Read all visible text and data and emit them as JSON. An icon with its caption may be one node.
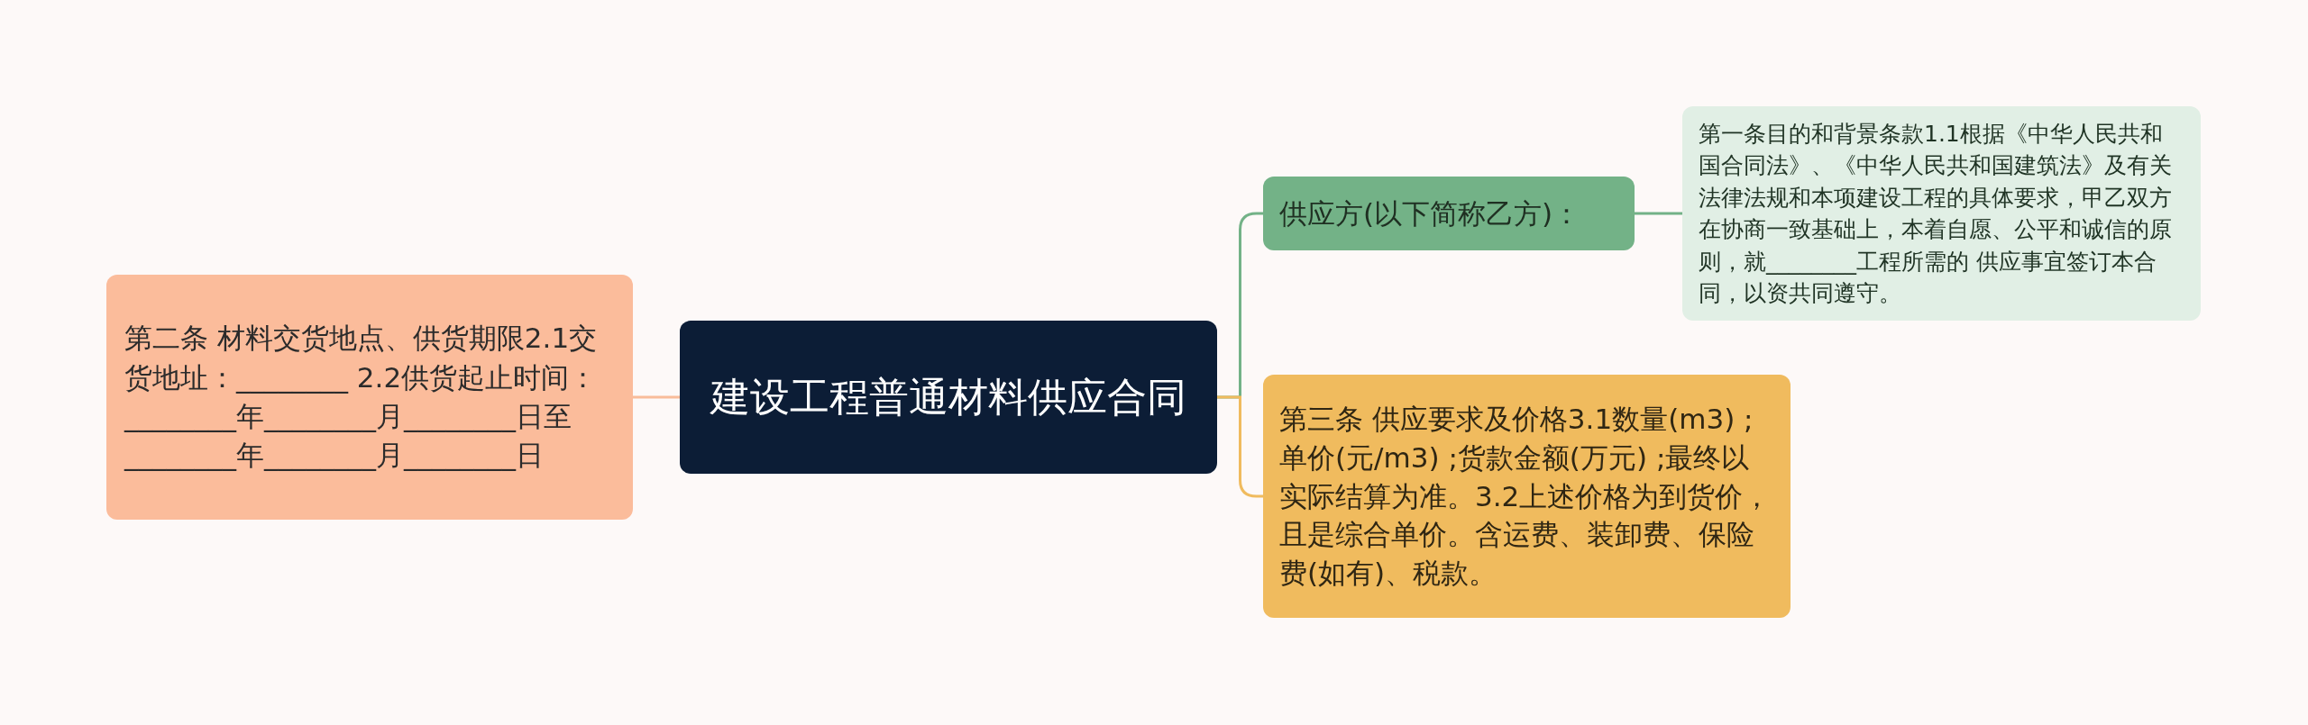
{
  "diagram": {
    "nodes": [
      {
        "text": [
          "建设工程普通材料供应合同"
        ]
      },
      {
        "text": [
          "第二条 材料交货地点、供货期限2.1交货地址：________ 2.2供货起止时间：________年________月________日至________年________月________日"
        ]
      },
      {
        "text": [
          "供应方(以下简称乙方)："
        ]
      },
      {
        "text": [
          "第一条目的和背景条款1.1根据《中华人民共和国合同法》、《中华人民共和国建筑法》及有关法律法规和本项建设工程的具体要求，甲乙双方在协商一致基础上，本着自愿、公平和诚信的原则，就________工程所需的 供应事宜签订本合同，以资共同遵守。"
        ]
      },
      {
        "text": [
          "第三条 供应要求及价格3.1数量(m3) ;单价(元/m3) ;货款金额(万元) ;最终以实际结算为准。3.2上述价格为到货价，且是综合单价。含运费、装卸费、保险费(如有)、税款。"
        ]
      }
    ],
    "edges": [
      {
        "from": 0,
        "to": 1,
        "arrow": "none",
        "color": "#f9bc9a"
      },
      {
        "from": 0,
        "to": 2,
        "arrow": "none",
        "color": "#73b287"
      },
      {
        "from": 0,
        "to": 4,
        "arrow": "none",
        "color": "#f0bb5e"
      },
      {
        "from": 2,
        "to": 3,
        "arrow": "none",
        "color": "#73b287"
      }
    ]
  }
}
